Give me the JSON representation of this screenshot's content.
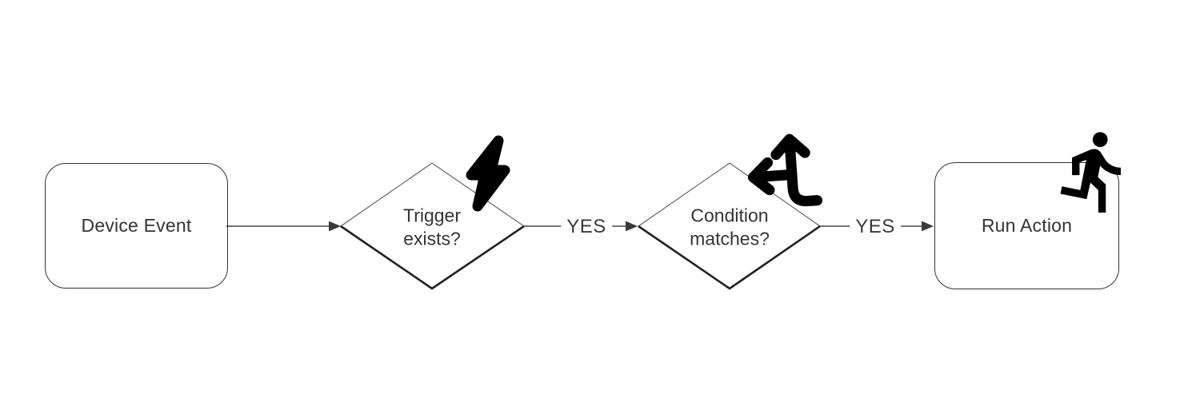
{
  "diagram": {
    "type": "flowchart",
    "direction": "left-to-right",
    "colors": {
      "background": "#ffffff",
      "node_stroke": "#333333",
      "connector": "#474747",
      "text": "#343434",
      "icon": "#000000"
    },
    "nodes": [
      {
        "id": "device-event",
        "shape": "rounded-rectangle",
        "label": "Device Event"
      },
      {
        "id": "trigger-exists",
        "shape": "diamond",
        "label": "Trigger exists?",
        "label_line1": "Trigger",
        "label_line2": "exists?",
        "icon": "lightning-bolt-icon"
      },
      {
        "id": "condition-matches",
        "shape": "diamond",
        "label": "Condition matches?",
        "label_line1": "Condition",
        "label_line2": "matches?",
        "icon": "split-directions-icon"
      },
      {
        "id": "run-action",
        "shape": "rounded-rectangle",
        "label": "Run Action",
        "icon": "running-person-icon"
      }
    ],
    "edges": [
      {
        "from": "device-event",
        "to": "trigger-exists",
        "label": ""
      },
      {
        "from": "trigger-exists",
        "to": "condition-matches",
        "label": "YES"
      },
      {
        "from": "condition-matches",
        "to": "run-action",
        "label": "YES"
      }
    ]
  }
}
